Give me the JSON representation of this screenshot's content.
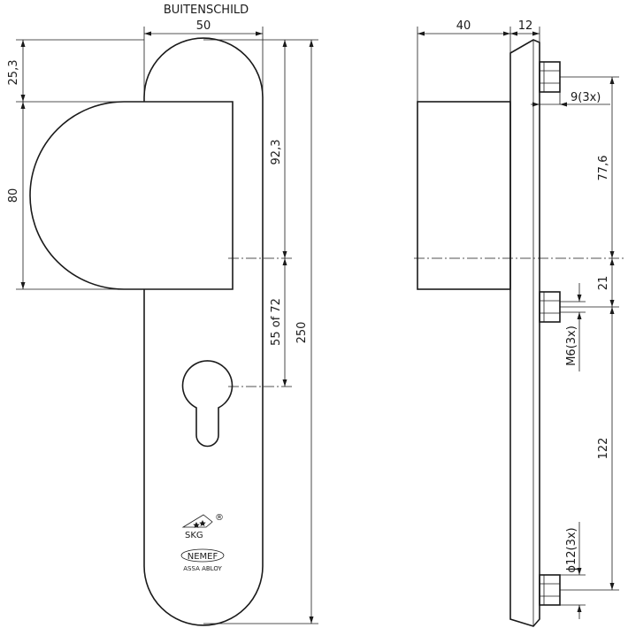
{
  "front_view": {
    "title": "BUITENSCHILD",
    "dims": {
      "width": "50",
      "top_offset": "25,3",
      "knob_height": "80",
      "to_center": "92,3",
      "cylinder_spacing": "55 of 72",
      "total_height": "250"
    },
    "logos": {
      "skg_text": "SKG",
      "registered": "®",
      "nemef_text": "NEMEF",
      "assa_text": "ASSA ABLOY"
    }
  },
  "side_view": {
    "dims": {
      "knob_depth": "40",
      "plate_depth": "12",
      "boss_depth": "9(3x)",
      "upper_spacing": "77,6",
      "mid_spacing": "21",
      "thread": "M6(3x)",
      "lower_spacing": "122",
      "boss_diameter": "ϕ12(3x)"
    }
  }
}
